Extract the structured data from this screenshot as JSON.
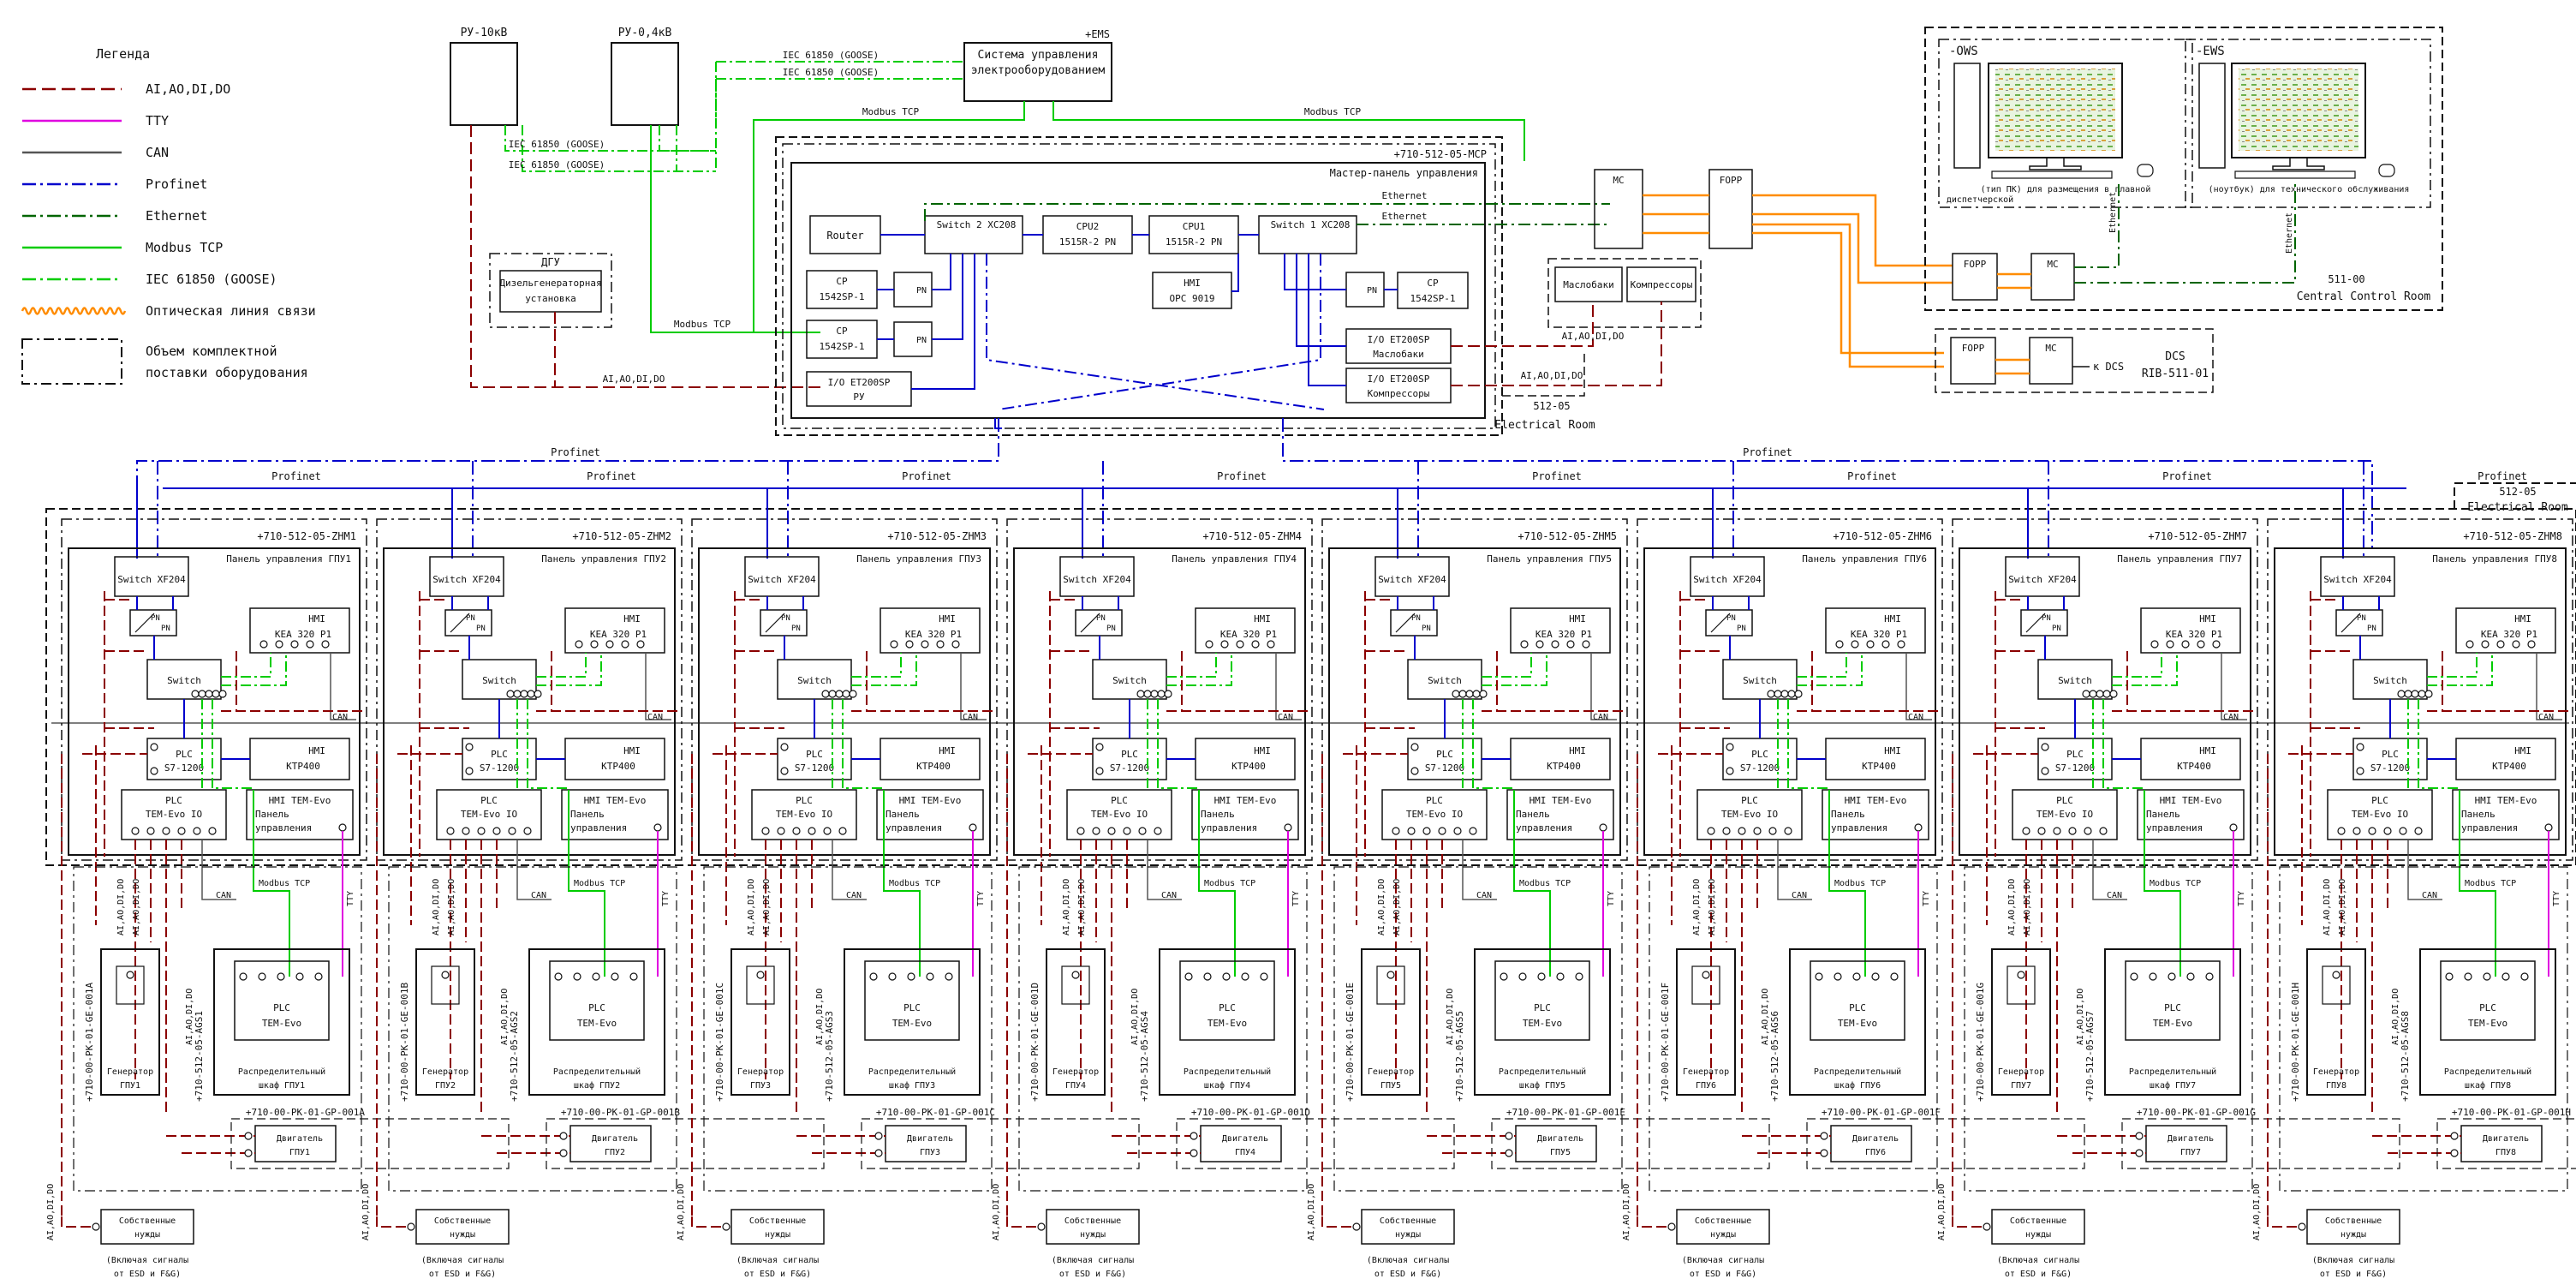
{
  "legend": {
    "title": "Легенда",
    "items": [
      {
        "label": "AI,AO,DI,DO",
        "color": "#8b0000",
        "style": "dash"
      },
      {
        "label": "TTY",
        "color": "#e000e0",
        "style": "solid"
      },
      {
        "label": "CAN",
        "color": "#555555",
        "style": "solid"
      },
      {
        "label": "Profinet",
        "color": "#0000cc",
        "style": "dashdot"
      },
      {
        "label": "Ethernet",
        "color": "#006400",
        "style": "dashdot"
      },
      {
        "label": "Modbus TCP",
        "color": "#00cc00",
        "style": "solid"
      },
      {
        "label": "IEC 61850 (GOOSE)",
        "color": "#00cc00",
        "style": "dashdot"
      },
      {
        "label": "Оптическая линия связи",
        "color": "#ff8c00",
        "style": "wavy"
      }
    ],
    "scope_line1": "Объем комплектной",
    "scope_line2": "поставки оборудования"
  },
  "top": {
    "ru10": "РУ-10кВ",
    "ru04": "РУ-0,4кВ",
    "ems_tag": "+EMS",
    "ems_line1": "Система управления",
    "ems_line2": "электрооборудованием",
    "iec": "IEC 61850 (GOOSE)",
    "modbus": "Modbus TCP",
    "dgu_title": "ДГУ",
    "dgu_line1": "Дизельгенераторная",
    "dgu_line2": "установка",
    "aiaodido": "AI,AO,DI,DO"
  },
  "mcp": {
    "tag": "+710-512-05-MCP",
    "subtitle": "Мастер-панель управления",
    "router": "Router",
    "switch2": "Switch 2 XC208",
    "switch1": "Switch 1 XC208",
    "cpu2_l1": "CPU2",
    "cpu2_l2": "1515R-2 PN",
    "cpu1_l1": "CPU1",
    "cpu1_l2": "1515R-2 PN",
    "cp_l1": "CP",
    "cp_l2": "1542SP-1",
    "pn": "PN",
    "hmi_l1": "HMI",
    "hmi_l2": "OPC 9019",
    "io_ru_l1": "I/O ET200SP",
    "io_ru_l2": "РУ",
    "io_mb_l1": "I/O ET200SP",
    "io_mb_l2": "Маслобаки",
    "io_cmp_l1": "I/O ET200SP",
    "io_cmp_l2": "Компрессоры",
    "ethernet": "Ethernet",
    "maslobaki": "Маслобаки",
    "kompressory": "Компрессоры",
    "room_code": "512-05",
    "room_name": "Electrical Room"
  },
  "network": {
    "mc": "MC",
    "fopp": "FOPP",
    "k_dcs": "к DCS",
    "dcs_l1": "DCS",
    "dcs_l2": "RIB-511-01",
    "profinet": "Profinet",
    "ethernet": "Ethernet"
  },
  "ccr": {
    "ows_title": "-OWS",
    "ows_l1": "(тип ПК) для размещения в главной",
    "ows_l2": "диспетчерской",
    "ews_title": "-EWS",
    "ews_l1": "(ноутбук) для технического обслуживания",
    "room_code": "511-00",
    "room_name": "Central Control Room"
  },
  "zone": {
    "room_code": "512-05",
    "room_name": "Electrical Room"
  },
  "unit_text": {
    "panel_prefix": "Панель управления ГПУ",
    "switch_xf": "Switch XF204",
    "pn": "PN",
    "hmi": "HMI",
    "kea": "KEA 320 P1",
    "switch": "Switch",
    "can": "CAN",
    "plc": "PLC",
    "s7": "S7-1200",
    "ktp": "KTP400",
    "tem_io": "TEM-Evo IO",
    "hmi_tem": "HMI TEM-Evo",
    "panel_word": "Панель",
    "upravleniya": "управления",
    "modbus": "Modbus TCP",
    "tty": "TTY",
    "aiaodido": "AI,AO,DI,DO",
    "tem_evo": "TEM-Evo",
    "gen_word": "Генератор",
    "gpu_word": "ГПУ",
    "raspred": "Распределительный",
    "shkaf_prefix": "шкаф ГПУ",
    "dvig": "Двигатель",
    "sobstv_l1": "Собственные",
    "sobstv_l2": "нужды",
    "vkl_l1": "(Включая сигналы",
    "vkl_l2": "от ESD и F&G)"
  },
  "units": [
    {
      "zhm": "+710-512-05-ZHM1",
      "n": "1",
      "ge": "+710-00-PK-01-GE-001A",
      "ags": "+710-512-05-AGS1",
      "gp": "+710-00-PK-01-GP-001A"
    },
    {
      "zhm": "+710-512-05-ZHM2",
      "n": "2",
      "ge": "+710-00-PK-01-GE-001B",
      "ags": "+710-512-05-AGS2",
      "gp": "+710-00-PK-01-GP-001B"
    },
    {
      "zhm": "+710-512-05-ZHM3",
      "n": "3",
      "ge": "+710-00-PK-01-GE-001C",
      "ags": "+710-512-05-AGS3",
      "gp": "+710-00-PK-01-GP-001C"
    },
    {
      "zhm": "+710-512-05-ZHM4",
      "n": "4",
      "ge": "+710-00-PK-01-GE-001D",
      "ags": "+710-512-05-AGS4",
      "gp": "+710-00-PK-01-GP-001D"
    },
    {
      "zhm": "+710-512-05-ZHM5",
      "n": "5",
      "ge": "+710-00-PK-01-GE-001E",
      "ags": "+710-512-05-AGS5",
      "gp": "+710-00-PK-01-GP-001E"
    },
    {
      "zhm": "+710-512-05-ZHM6",
      "n": "6",
      "ge": "+710-00-PK-01-GE-001F",
      "ags": "+710-512-05-AGS6",
      "gp": "+710-00-PK-01-GP-001F"
    },
    {
      "zhm": "+710-512-05-ZHM7",
      "n": "7",
      "ge": "+710-00-PK-01-GE-001G",
      "ags": "+710-512-05-AGS7",
      "gp": "+710-00-PK-01-GP-001G"
    },
    {
      "zhm": "+710-512-05-ZHM8",
      "n": "8",
      "ge": "+710-00-PK-01-GE-001H",
      "ags": "+710-512-05-AGS8",
      "gp": "+710-00-PK-01-GP-001H"
    }
  ]
}
